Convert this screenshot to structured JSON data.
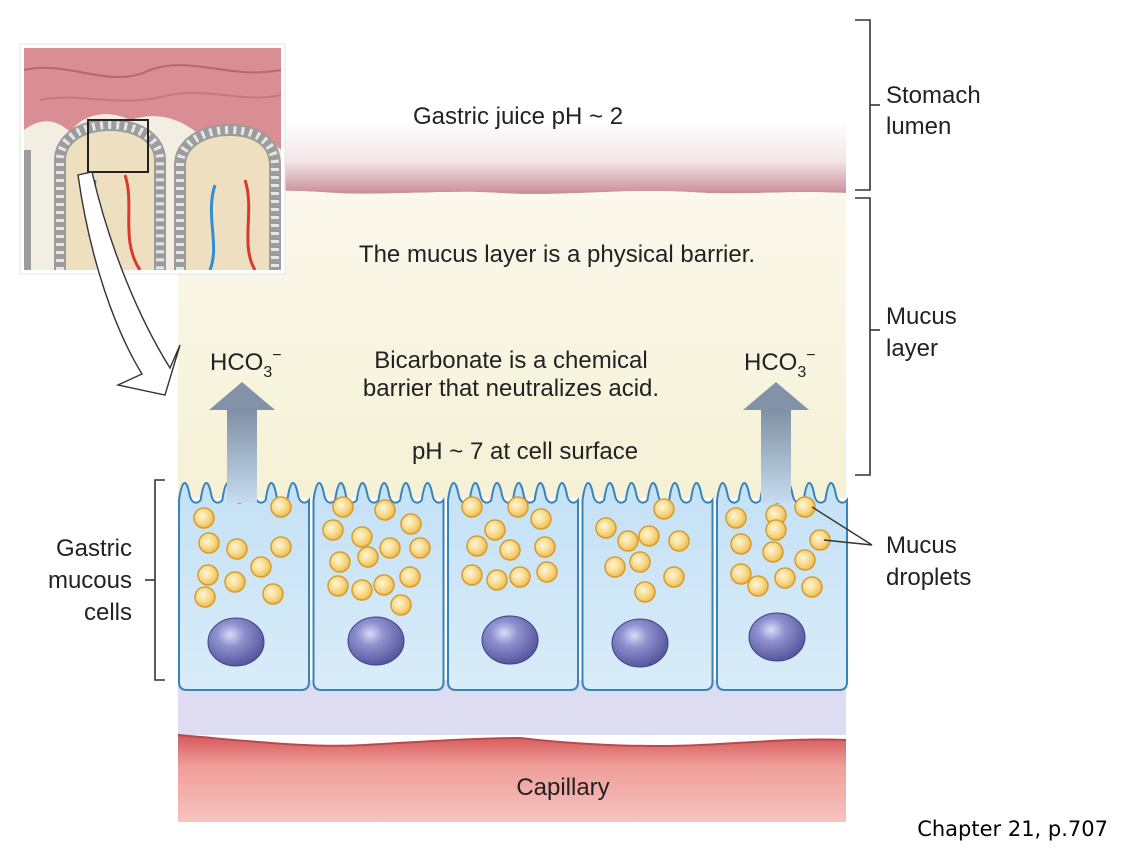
{
  "labels": {
    "gastric_juice": "Gastric juice pH ~ 2",
    "mucus_barrier": "The mucus layer is a physical barrier.",
    "hco3_left": "HCO",
    "hco3_right": "HCO",
    "hco3_sub": "3",
    "hco3_sup": "−",
    "bicarbonate_line1": "Bicarbonate is a chemical",
    "bicarbonate_line2": "barrier that neutralizes acid.",
    "ph_surface": "pH ~ 7 at cell surface",
    "capillary": "Capillary",
    "stomach_lumen_line1": "Stomach",
    "stomach_lumen_line2": "lumen",
    "mucus_layer_line1": "Mucus",
    "mucus_layer_line2": "layer",
    "mucus_droplets_line1": "Mucus",
    "mucus_droplets_line2": "droplets",
    "gastric_cells_line1": "Gastric",
    "gastric_cells_line2": "mucous",
    "gastric_cells_line3": "cells"
  },
  "footer": {
    "citation": "Chapter 21, p.707"
  },
  "colors": {
    "lumen": "#f1e5e8",
    "lumen_edge": "#c98d97",
    "mucus": "#f6f3dc",
    "cell_fill": "#c7e3f6",
    "cell_stroke": "#3a83b8",
    "droplet": "#f7cf72",
    "droplet_stroke": "#d79c2c",
    "nucleus": "#5f61a8",
    "basement": "#dcdaf0",
    "capillary": "#ea8f8c",
    "arrow": "#8e9eb0",
    "tissue": "#d98d92"
  }
}
